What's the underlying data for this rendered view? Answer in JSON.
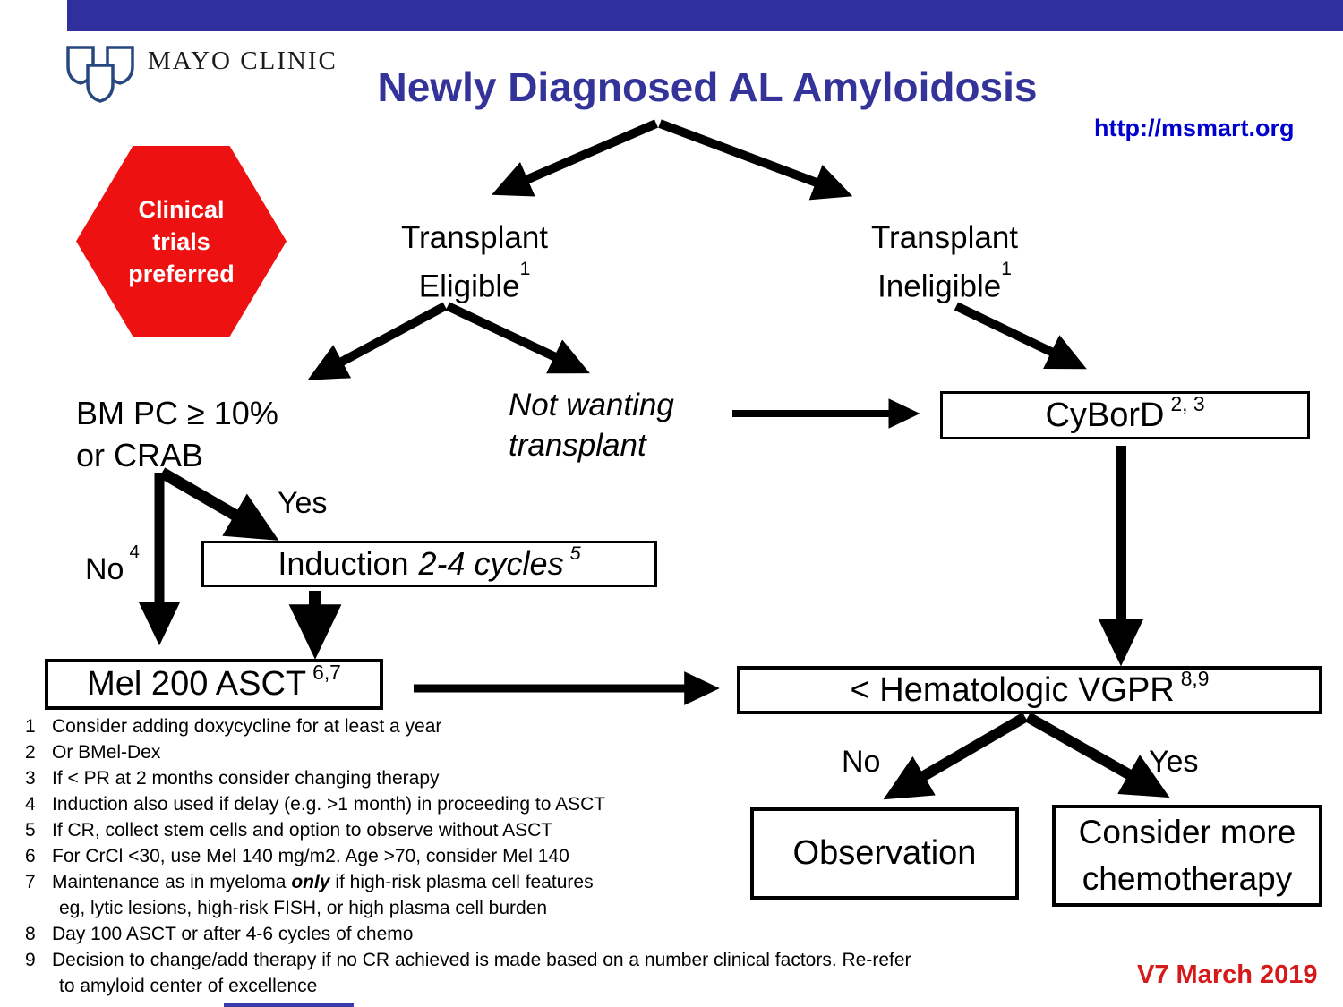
{
  "header": {
    "logo_text": "MAYO CLINIC",
    "title": "Newly Diagnosed AL Amyloidosis",
    "link": "http://msmart.org"
  },
  "badge": {
    "line1": "Clinical",
    "line2": "trials",
    "line3": "preferred"
  },
  "nodes": {
    "eligible": {
      "line1": "Transplant",
      "line2": "Eligible",
      "sup": "1"
    },
    "ineligible": {
      "line1": "Transplant",
      "line2": "Ineligible",
      "sup": "1"
    },
    "bmpc": {
      "line1": "BM PC ≥ 10%",
      "line2": "or CRAB"
    },
    "not_wanting": {
      "line1": "Not wanting",
      "line2": "transplant"
    },
    "cybord": {
      "label": "CyBorD",
      "sup": "2, 3"
    },
    "induction": {
      "label": "Induction",
      "detail": "2-4 cycles",
      "sup": "5"
    },
    "mel200": {
      "label": "Mel 200 ASCT",
      "sup": "6,7"
    },
    "vgpr": {
      "label": "< Hematologic VGPR",
      "sup": "8,9"
    },
    "observation": {
      "label": "Observation"
    },
    "chemo": {
      "line1": "Consider more",
      "line2": "chemotherapy"
    }
  },
  "labels": {
    "yes_induction": "Yes",
    "no_asct": {
      "text": "No",
      "sup": "4"
    },
    "no_observation": "No",
    "yes_chemo": "Yes"
  },
  "footnotes": [
    {
      "num": "1",
      "text": "Consider adding doxycycline for at least a year"
    },
    {
      "num": "2",
      "text": "Or BMel-Dex"
    },
    {
      "num": "3",
      "text": "If < PR at 2 months consider changing therapy"
    },
    {
      "num": "4",
      "text": "Induction also used if delay (e.g. >1 month) in proceeding to ASCT"
    },
    {
      "num": "5",
      "text": "If CR, collect stem cells and option to observe without ASCT"
    },
    {
      "num": "6",
      "text": "For CrCl <30, use Mel 140 mg/m2. Age >70, consider Mel 140"
    },
    {
      "num": "7",
      "text": "Maintenance as in myeloma ",
      "emph": "only",
      "text2": " if high-risk plasma cell features",
      "line2": "eg, lytic lesions, high-risk FISH, or high plasma cell burden"
    },
    {
      "num": "8",
      "text": "Day 100 ASCT or after 4-6 cycles of chemo"
    },
    {
      "num": "9",
      "text": "Decision to change/add  therapy if no CR achieved is made based on a number clinical factors. Re-refer",
      "line2": "to amyloid center of excellence"
    }
  ],
  "version": "V7 March 2019",
  "colors": {
    "top_bar": "#2f2f9d",
    "title": "#333399",
    "link": "#0000cc",
    "badge": "#ee1111",
    "version": "#d41a1a"
  }
}
